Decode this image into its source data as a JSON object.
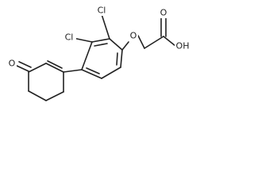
{
  "structure": {
    "atoms": {
      "cl_top": "Cl",
      "cl_left": "Cl",
      "ether_o": "O",
      "acid_oh": "OH",
      "acid_carbonyl_o": "O",
      "ketone_o": "O"
    },
    "colors": {
      "bond": "#222222",
      "label": "#222222",
      "background": "#ffffff"
    }
  }
}
